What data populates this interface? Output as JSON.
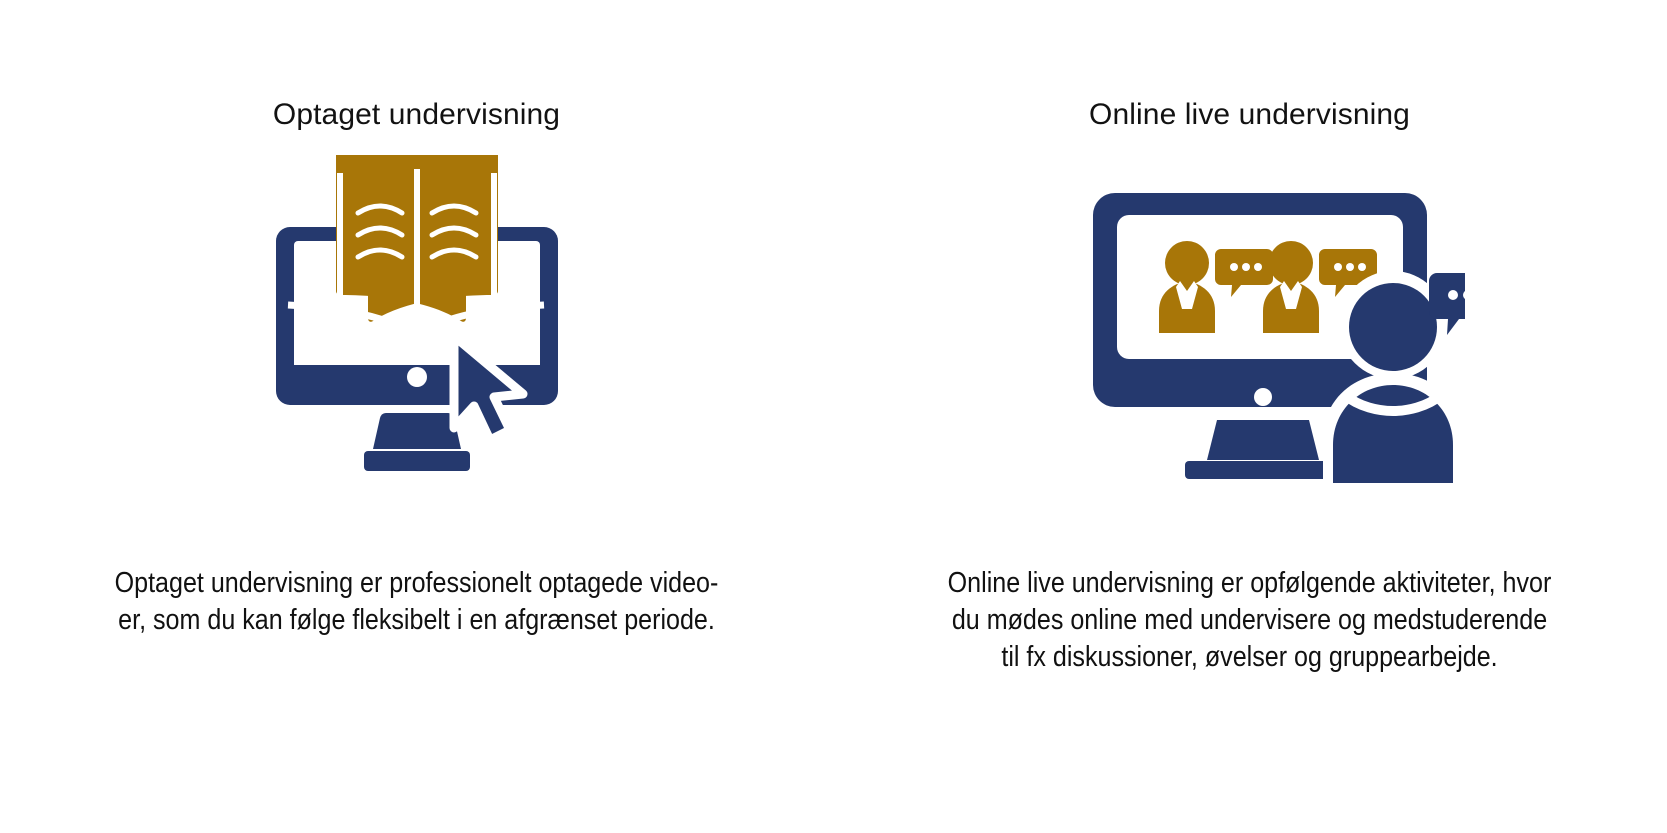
{
  "page": {
    "background_color": "#ffffff",
    "text_color": "#111111",
    "navy": "#25396E",
    "gold": "#A87608"
  },
  "columns": [
    {
      "heading": "Optaget undervisning",
      "icon_name": "monitor-with-open-book-and-cursor-icon",
      "description_lines": [
        "Optaget undervisning er professionelt optagede video-",
        "er, som du kan følge fleksibelt i en afgrænset periode."
      ],
      "description": "Optaget undervisning er professionelt optagede video-er, som du kan følge fleksibelt i en afgrænset periode."
    },
    {
      "heading": "Online live undervisning",
      "icon_name": "monitor-with-video-participants-and-person-icon",
      "description_lines": [
        "Online live undervisning er opfølgende aktiviteter, hvor",
        "du mødes online med undervisere og medstuderende",
        "til fx diskussioner, øvelser og gruppearbejde."
      ],
      "description": "Online live undervisning er opfølgende aktiviteter, hvor du mødes online med undervisere og medstuderende til fx diskussioner, øvelser og gruppearbejde."
    }
  ]
}
